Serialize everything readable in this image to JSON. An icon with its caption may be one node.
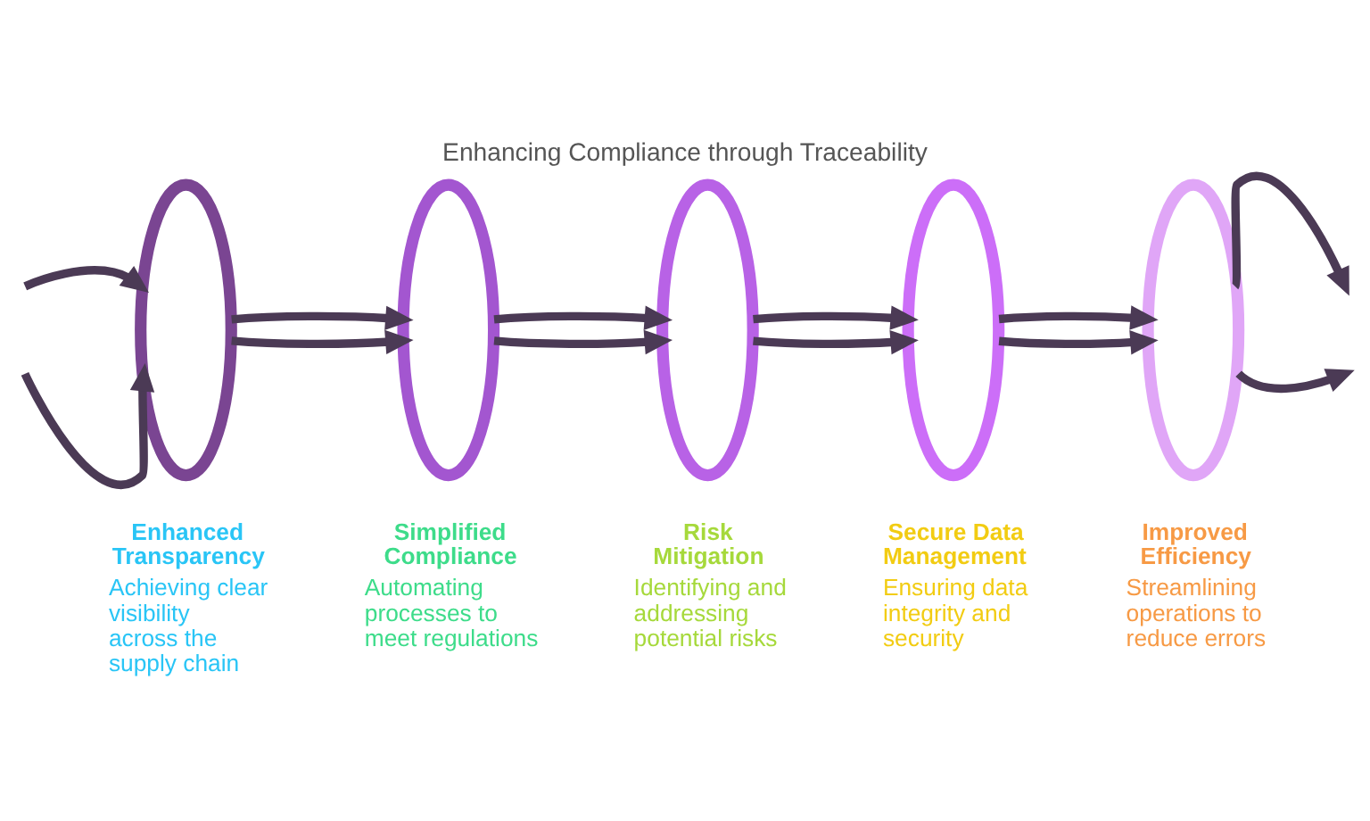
{
  "diagram": {
    "title": "Enhancing Compliance through Traceability",
    "nodes": [
      {
        "text": [],
        "shape": "ellipse",
        "beside": [
          "Enhanced Transparency",
          "Achieving clear visibility across the supply chain"
        ]
      },
      {
        "text": [],
        "shape": "ellipse",
        "beside": [
          "Simplified Compliance",
          "Automating processes to meet regulations"
        ]
      },
      {
        "text": [],
        "shape": "ellipse",
        "beside": [
          "Risk Mitigation",
          "Identifying and addressing potential risks"
        ]
      },
      {
        "text": [],
        "shape": "ellipse",
        "beside": [
          "Secure Data Management",
          "Ensuring data integrity and security"
        ]
      },
      {
        "text": [],
        "shape": "ellipse",
        "beside": [
          "Improved Efficiency",
          "Streamlining operations to reduce errors"
        ]
      }
    ],
    "edges": [
      {
        "from": null,
        "to": 0,
        "arrow": "to"
      },
      {
        "from": null,
        "to": 0,
        "arrow": "to"
      },
      {
        "from": 0,
        "to": 1,
        "arrow": "to"
      },
      {
        "from": 0,
        "to": 1,
        "arrow": "to"
      },
      {
        "from": 1,
        "to": 2,
        "arrow": "to"
      },
      {
        "from": 1,
        "to": 2,
        "arrow": "to"
      },
      {
        "from": 2,
        "to": 3,
        "arrow": "to"
      },
      {
        "from": 2,
        "to": 3,
        "arrow": "to"
      },
      {
        "from": 3,
        "to": 4,
        "arrow": "to"
      },
      {
        "from": 3,
        "to": 4,
        "arrow": "to"
      },
      {
        "from": 4,
        "to": null,
        "arrow": "to"
      },
      {
        "from": 4,
        "to": null,
        "arrow": "to"
      }
    ]
  }
}
